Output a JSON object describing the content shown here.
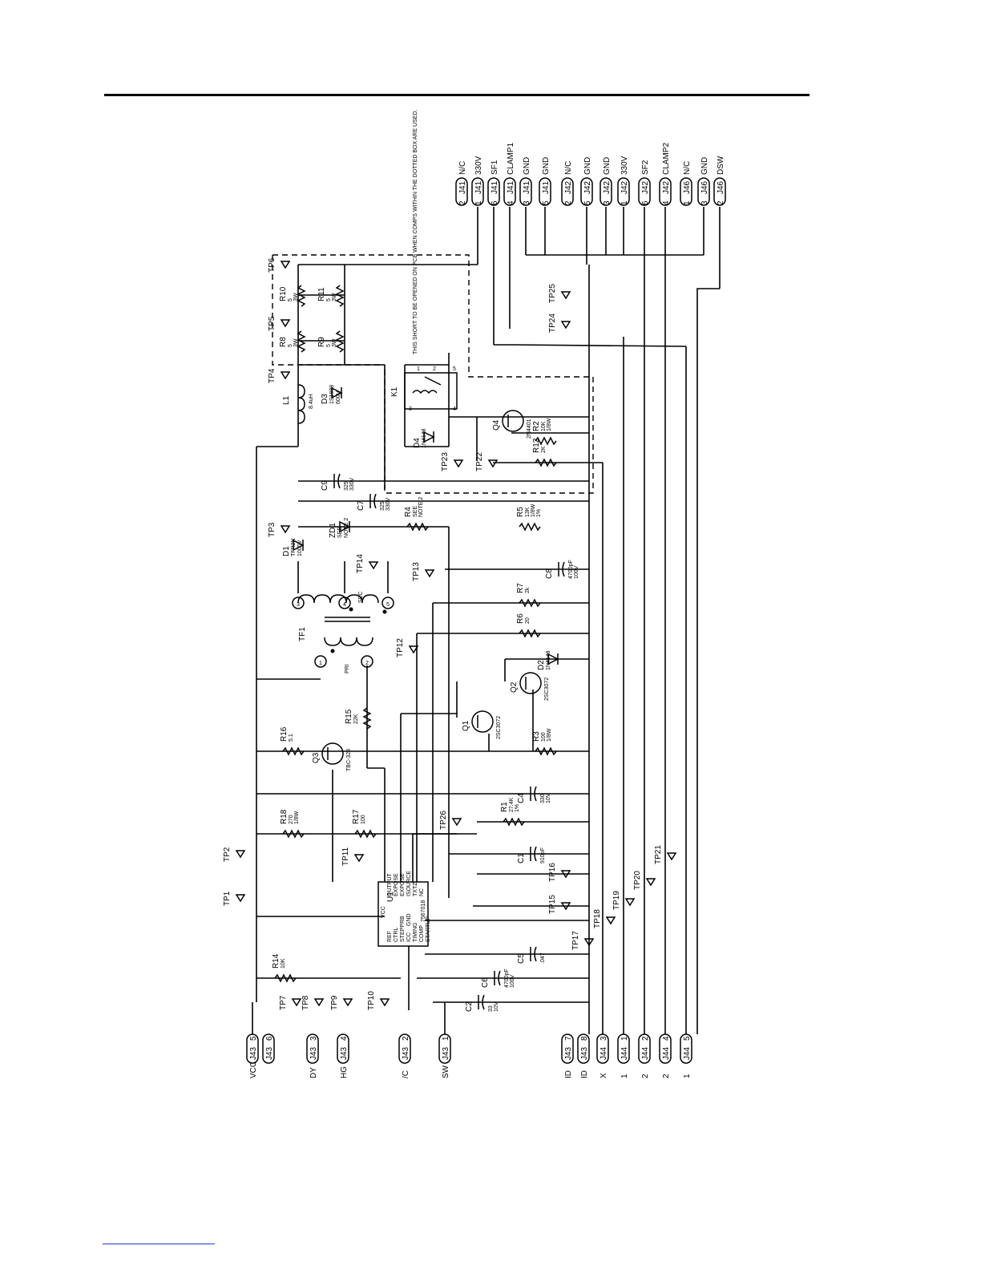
{
  "connectors_top": [
    {
      "pin": "2",
      "conn": "J41",
      "signal": "N/C"
    },
    {
      "pin": "1",
      "conn": "J41",
      "signal": "330V"
    },
    {
      "pin": "6",
      "conn": "J41",
      "signal": "SF1"
    },
    {
      "pin": "4",
      "conn": "J41",
      "signal": "CLAMP1"
    },
    {
      "pin": "3",
      "conn": "J41",
      "signal": "GND"
    },
    {
      "pin": "5",
      "conn": "J41",
      "signal": "GND"
    },
    {
      "pin": "2",
      "conn": "J42",
      "signal": "N/C"
    },
    {
      "pin": "5",
      "conn": "J42",
      "signal": "GND"
    },
    {
      "pin": "3",
      "conn": "J42",
      "signal": "GND"
    },
    {
      "pin": "1",
      "conn": "J42",
      "signal": "330V"
    },
    {
      "pin": "6",
      "conn": "J42",
      "signal": "SF2"
    },
    {
      "pin": "4",
      "conn": "J42",
      "signal": "CLAMP2"
    },
    {
      "pin": "1",
      "conn": "J46",
      "signal": "N/C"
    },
    {
      "pin": "3",
      "conn": "J46",
      "signal": "GND"
    },
    {
      "pin": "2",
      "conn": "J46",
      "signal": "DSW"
    }
  ],
  "connectors_bottom": [
    {
      "signal": "VCC",
      "conn": "J43",
      "pin": "5"
    },
    {
      "signal": "",
      "conn": "J43",
      "pin": "6"
    },
    {
      "signal": "DY",
      "conn": "J43",
      "pin": "3"
    },
    {
      "signal": "HG",
      "conn": "J43",
      "pin": "4"
    },
    {
      "signal": "/C",
      "conn": "J43",
      "pin": "2"
    },
    {
      "signal": "SW",
      "conn": "J43",
      "pin": "1"
    },
    {
      "signal": "ID",
      "conn": "J43",
      "pin": "7"
    },
    {
      "signal": "ID",
      "conn": "J43",
      "pin": "8"
    },
    {
      "signal": "X",
      "conn": "J44",
      "pin": "3"
    },
    {
      "signal": "1",
      "conn": "J44",
      "pin": "1"
    },
    {
      "signal": "2",
      "conn": "J44",
      "pin": "2"
    },
    {
      "signal": "2",
      "conn": "J44",
      "pin": "4"
    },
    {
      "signal": "1",
      "conn": "J44",
      "pin": "5"
    }
  ],
  "test_points": [
    "TP1",
    "TP2",
    "TP3",
    "TP4",
    "TP5",
    "TP6",
    "TP7",
    "TP8",
    "TP9",
    "TP10",
    "TP11",
    "TP12",
    "TP13",
    "TP14",
    "TP15",
    "TP16",
    "TP17",
    "TP18",
    "TP19",
    "TP20",
    "TP21",
    "TP22",
    "TP23",
    "TP24",
    "TP25",
    "TP26"
  ],
  "components": {
    "R8": {
      "ref": "R8",
      "v1": "5",
      "v2": "3W"
    },
    "R9": {
      "ref": "R9",
      "v1": "5",
      "v2": "3W"
    },
    "R10": {
      "ref": "R10",
      "v1": "5",
      "v2": "3W"
    },
    "R11": {
      "ref": "R11",
      "v1": "5",
      "v2": "3W"
    },
    "L1": {
      "ref": "L1",
      "v1": "8.4uH"
    },
    "D3": {
      "ref": "D3",
      "v1": "1S1888",
      "v2": "600V"
    },
    "K1": {
      "ref": "K1"
    },
    "D4": {
      "ref": "D4",
      "v1": "1N4148"
    },
    "Q4": {
      "ref": "Q4",
      "v1": "2N4401"
    },
    "R2": {
      "ref": "R2",
      "v1": "10K",
      "v2": "1/8W"
    },
    "R12": {
      "ref": "R12",
      "v1": "2K"
    },
    "C9": {
      "ref": "C9",
      "v1": "325",
      "v2": "330V"
    },
    "C7": {
      "ref": "C7",
      "v1": "325",
      "v2": "330V"
    },
    "D1": {
      "ref": "D1",
      "v1": "TFR2N",
      "v2": "1000V"
    },
    "ZD1": {
      "ref": "ZD1",
      "v1": "SEE",
      "v2": "NOTE 2"
    },
    "R4": {
      "ref": "R4",
      "v1": "SEE",
      "v2": "NOTE 2"
    },
    "R5": {
      "ref": "R5",
      "v1": "13K",
      "v2": "1/8W",
      "v3": "1%"
    },
    "C8": {
      "ref": "C8",
      "v1": "4700pF",
      "v2": "100V"
    },
    "R7": {
      "ref": "R7",
      "v1": "2k"
    },
    "R6": {
      "ref": "R6",
      "v1": "20"
    },
    "D2": {
      "ref": "D2",
      "v1": "1N4148"
    },
    "TF1": {
      "ref": "TF1",
      "pri": "PRI",
      "sec": "SEC"
    },
    "Q2": {
      "ref": "Q2",
      "v1": "2SC3072"
    },
    "Q1": {
      "ref": "Q1",
      "v1": "2SC3072"
    },
    "R3": {
      "ref": "R3",
      "v1": "100",
      "v2": "1/8W"
    },
    "R16": {
      "ref": "R16",
      "v1": "5.1"
    },
    "Q3": {
      "ref": "Q3",
      "v1": "TBC-328"
    },
    "R15": {
      "ref": "R15",
      "v1": "22K"
    },
    "C4": {
      "ref": "C4",
      "v1": "330",
      "v2": "10V"
    },
    "R18": {
      "ref": "R18",
      "v1": "270",
      "v2": "1/8W"
    },
    "R17": {
      "ref": "R17",
      "v1": "100"
    },
    "R1": {
      "ref": "R1",
      "v1": "27.4K",
      "v2": "1%"
    },
    "C1": {
      "ref": "C1",
      "v1": "910pF"
    },
    "U1": {
      "ref": "U1",
      "v1": "7567018"
    },
    "C5": {
      "ref": "C5",
      "v1": ".047"
    },
    "C6": {
      "ref": "C6",
      "v1": "4700pF",
      "v2": "100V"
    },
    "R14": {
      "ref": "R14",
      "v1": "10K"
    },
    "C2": {
      "ref": "C2",
      "v1": "33",
      "v2": "10V"
    }
  },
  "relay_note": "THIS SHORT TO BE OPENED ON PCB WHEN COMPS WITHIN THE DOTTED BOX ARE USED.",
  "u1_pins_left": [
    "OUTPUT",
    "EXPOSE",
    "EXPOSE",
    "ISOURCE",
    "TXTZ",
    "NC"
  ],
  "u1_pins_right": [
    "REF",
    "CTRL",
    "STEPPRB",
    "ICC",
    "TIMING",
    "COMP",
    "STARTUP"
  ],
  "u1_labels": {
    "vcc": "VCC",
    "gnd": "GND"
  },
  "transformer_pins": [
    "1",
    "2",
    "3",
    "4",
    "5"
  ],
  "relay_pins": [
    "1",
    "2",
    "3",
    "4",
    "5"
  ]
}
